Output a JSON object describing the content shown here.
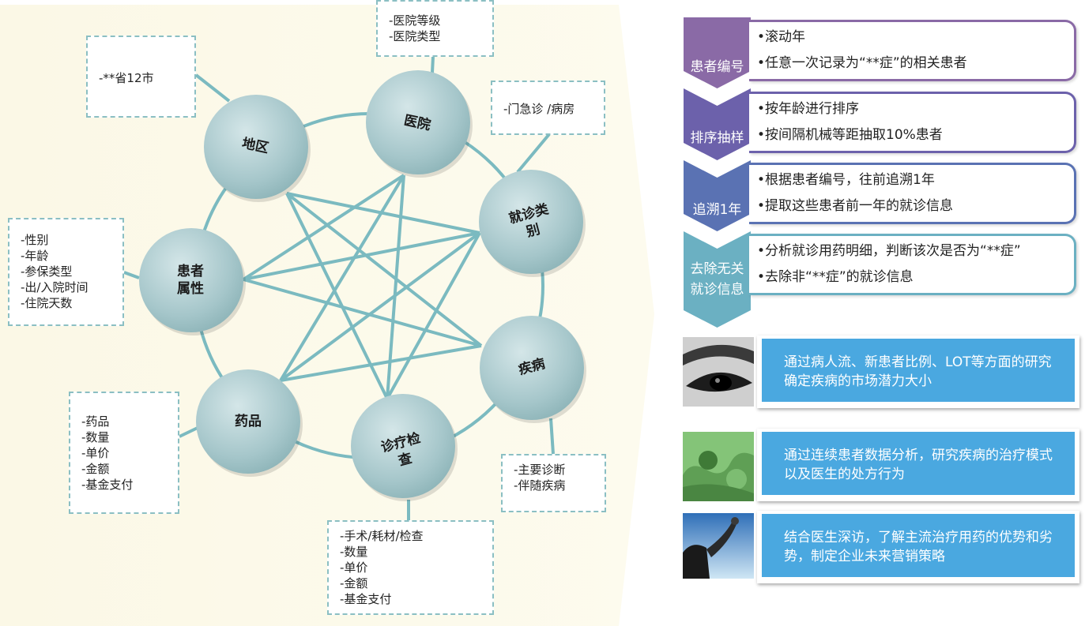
{
  "colors": {
    "panel": "#fcfae8",
    "connector": "#7bbac0",
    "node_fill": "#aac9cc",
    "box_border": "#8bbfc3",
    "card_fill": "#4aa8e0",
    "steps": [
      "#8a6aa6",
      "#6c61ab",
      "#5a72b3",
      "#6bb0c2"
    ]
  },
  "nodes": [
    {
      "name": "node-region",
      "label": "地区"
    },
    {
      "name": "node-hospital",
      "label": "医院"
    },
    {
      "name": "node-visit-type",
      "label": "就诊类\n别"
    },
    {
      "name": "node-disease",
      "label": "疾病"
    },
    {
      "name": "node-diagnosis",
      "label": "诊疗检\n查"
    },
    {
      "name": "node-drug",
      "label": "药品"
    },
    {
      "name": "node-patient",
      "label": "患者\n属性"
    }
  ],
  "boxes": {
    "region": "-**省12市",
    "hospital": "-医院等级\n-医院类型",
    "visit_type": "-门急诊 /病房",
    "patient": "-性别\n-年龄\n-参保类型\n-出/入院时间\n-住院天数",
    "disease": "-主要诊断\n-伴随疾病",
    "drug": "-药品\n-数量\n-单价\n-金额\n-基金支付",
    "diagnosis": "-手术/耗材/检查\n-数量\n-单价\n-金额\n-基金支付"
  },
  "steps": [
    {
      "label": "患者编号",
      "lines": [
        "•滚动年",
        "•任意一次记录为“**症”的相关患者"
      ]
    },
    {
      "label": "排序抽样",
      "lines": [
        "•按年龄进行排序",
        "•按间隔机械等距抽取10%患者"
      ]
    },
    {
      "label": "追溯1年",
      "lines": [
        "•根据患者编号，往前追溯1年",
        "•提取这些患者前一年的就诊信息"
      ]
    },
    {
      "label": "去除无关\n就诊信息",
      "lines": [
        "•分析就诊用药明细，判断该次是否为“**症”",
        "•去除非“**症”的就诊信息"
      ]
    }
  ],
  "cards": [
    {
      "icon": "eye-photo-icon",
      "text": "通过病人流、新患者比例、LOT等方面的研究确定疾病的市场潜力大小"
    },
    {
      "icon": "puzzle-photo-icon",
      "text": "通过连续患者数据分析，研究疾病的治疗模式以及医生的处方行为"
    },
    {
      "icon": "reaching-hand-photo-icon",
      "text": "结合医生深访，了解主流治疗用药的优势和劣势，制定企业未来营销策略"
    }
  ]
}
